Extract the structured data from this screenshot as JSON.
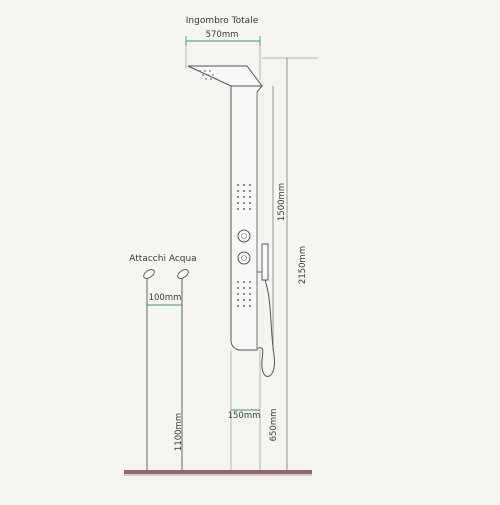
{
  "labels": {
    "overall_title": "Ingombro Totale",
    "overall_width": "570mm",
    "water_connections": "Attacchi Acqua",
    "connection_spacing": "100mm",
    "panel_height": "1500mm",
    "total_height": "2150mm",
    "connection_height": "1100mm",
    "panel_base_height": "650mm",
    "wall_offset": "150mm"
  },
  "colors": {
    "background": "#f4f4f0",
    "line": "#555555",
    "dimension_line": "#3f8f6a",
    "floor": "#8a6a6a"
  }
}
